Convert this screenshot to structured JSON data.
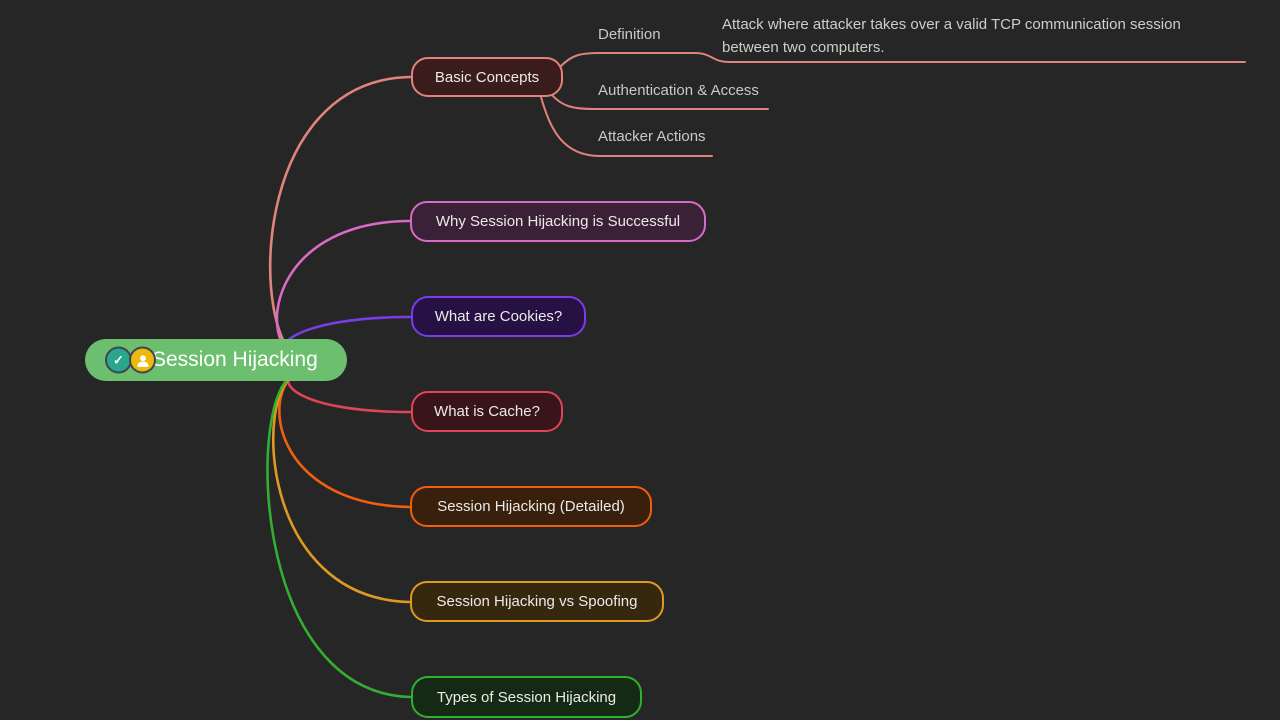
{
  "canvas": {
    "background": "#262626"
  },
  "root": {
    "label": "Session Hijacking",
    "fill": "#6bbf6f",
    "text_color": "#ffffff",
    "icons": [
      {
        "name": "check-icon",
        "glyph": "✓",
        "bg": "#2aa68c"
      },
      {
        "name": "person-icon",
        "bg": "#eeb80e"
      }
    ]
  },
  "branches": [
    {
      "label": "Basic Concepts",
      "color": "#e0837c",
      "fill": "#3a1c1d",
      "children": [
        {
          "label": "Definition",
          "note": "Attack where attacker takes over a valid TCP communication session between two computers."
        },
        {
          "label": "Authentication & Access"
        },
        {
          "label": "Attacker Actions"
        }
      ]
    },
    {
      "label": "Why Session Hijacking is Successful",
      "color": "#da6ac4",
      "fill": "#3a2137"
    },
    {
      "label": "What are Cookies?",
      "color": "#7a3ce8",
      "fill": "#271144"
    },
    {
      "label": "What is Cache?",
      "color": "#e04458",
      "fill": "#391419"
    },
    {
      "label": "Session Hijacking (Detailed)",
      "color": "#f05f0e",
      "fill": "#38200d"
    },
    {
      "label": "Session Hijacking vs Spoofing",
      "color": "#dd9a23",
      "fill": "#36280f"
    },
    {
      "label": "Types of Session Hijacking",
      "color": "#31af31",
      "fill": "#142a14"
    }
  ]
}
